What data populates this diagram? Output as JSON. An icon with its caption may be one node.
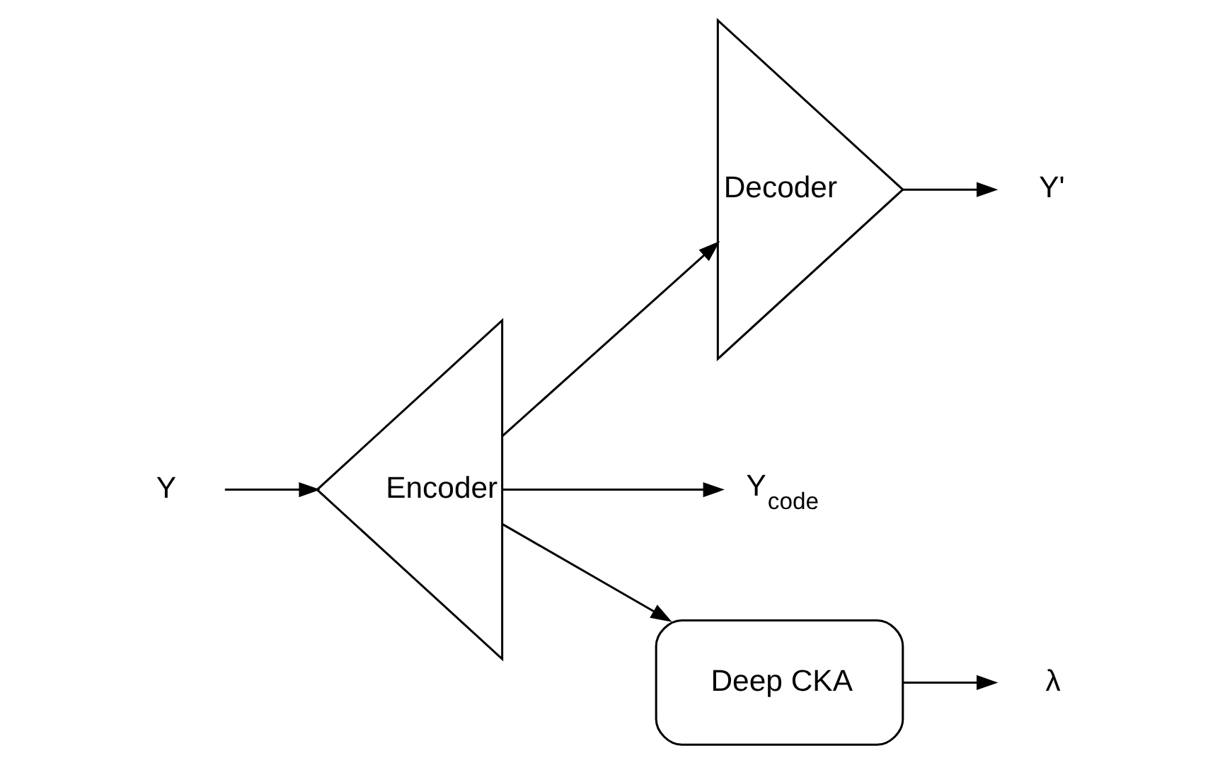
{
  "diagram": {
    "nodes": [
      {
        "text": [
          "Y"
        ]
      },
      {
        "text": [
          "Encoder"
        ]
      },
      {
        "text": [
          "Decoder"
        ]
      },
      {
        "text": [
          "Y'"
        ]
      },
      {
        "text": [
          "Y$_{code}$"
        ]
      },
      {
        "text": [
          "Deep CKA"
        ]
      },
      {
        "text": [
          "λ"
        ]
      }
    ],
    "edges": [
      {
        "from": 0,
        "to": 1,
        "arrow": "to"
      },
      {
        "from": 1,
        "to": 2,
        "arrow": "to"
      },
      {
        "from": 2,
        "to": 3,
        "arrow": "to"
      },
      {
        "from": 1,
        "to": 4,
        "arrow": "to"
      },
      {
        "from": 1,
        "to": 5,
        "arrow": "to"
      },
      {
        "from": 5,
        "to": 6,
        "arrow": "to"
      }
    ]
  }
}
